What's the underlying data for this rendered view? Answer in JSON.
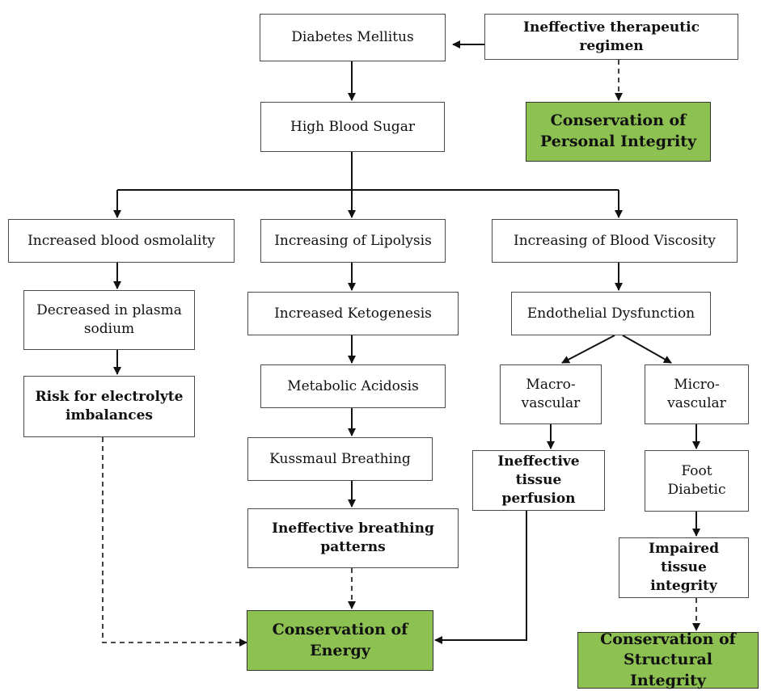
{
  "nodes": {
    "dm": {
      "lines": [
        "Diabetes Mellitus"
      ]
    },
    "itr": {
      "lines": [
        "Ineffective therapeutic regimen"
      ]
    },
    "hbs": {
      "lines": [
        "High Blood Sugar"
      ]
    },
    "cpi": {
      "lines": [
        "Conservation of",
        "Personal Integrity"
      ]
    },
    "ibo": {
      "lines": [
        "Increased blood osmolality"
      ]
    },
    "iol": {
      "lines": [
        "Increasing of Lipolysis"
      ]
    },
    "ibv": {
      "lines": [
        "Increasing of Blood Viscosity"
      ]
    },
    "dps": {
      "lines": [
        "Decreased in plasma",
        "sodium"
      ]
    },
    "ike": {
      "lines": [
        "Increased Ketogenesis"
      ]
    },
    "edy": {
      "lines": [
        "Endothelial Dysfunction"
      ]
    },
    "rei": {
      "lines": [
        "Risk for electrolyte",
        "imbalances"
      ]
    },
    "mac": {
      "lines": [
        "Metabolic Acidosis"
      ]
    },
    "mav": {
      "lines": [
        "Macro-",
        "vascular"
      ]
    },
    "miv": {
      "lines": [
        "Micro-",
        "vascular"
      ]
    },
    "kub": {
      "lines": [
        "Kussmaul Breathing"
      ]
    },
    "itp": {
      "lines": [
        "Ineffective",
        "tissue perfusion"
      ]
    },
    "ftd": {
      "lines": [
        "Foot",
        "Diabetic"
      ]
    },
    "ibp": {
      "lines": [
        "Ineffective breathing",
        "patterns"
      ]
    },
    "iti": {
      "lines": [
        "Impaired tissue",
        "integrity"
      ]
    },
    "coe": {
      "lines": [
        "Conservation of",
        "Energy"
      ]
    },
    "csi": {
      "lines": [
        "Conservation of",
        "Structural Integrity"
      ]
    }
  },
  "colors": {
    "green_fill": "#8dc152",
    "border": "#4a4a4a",
    "line": "#111111"
  }
}
